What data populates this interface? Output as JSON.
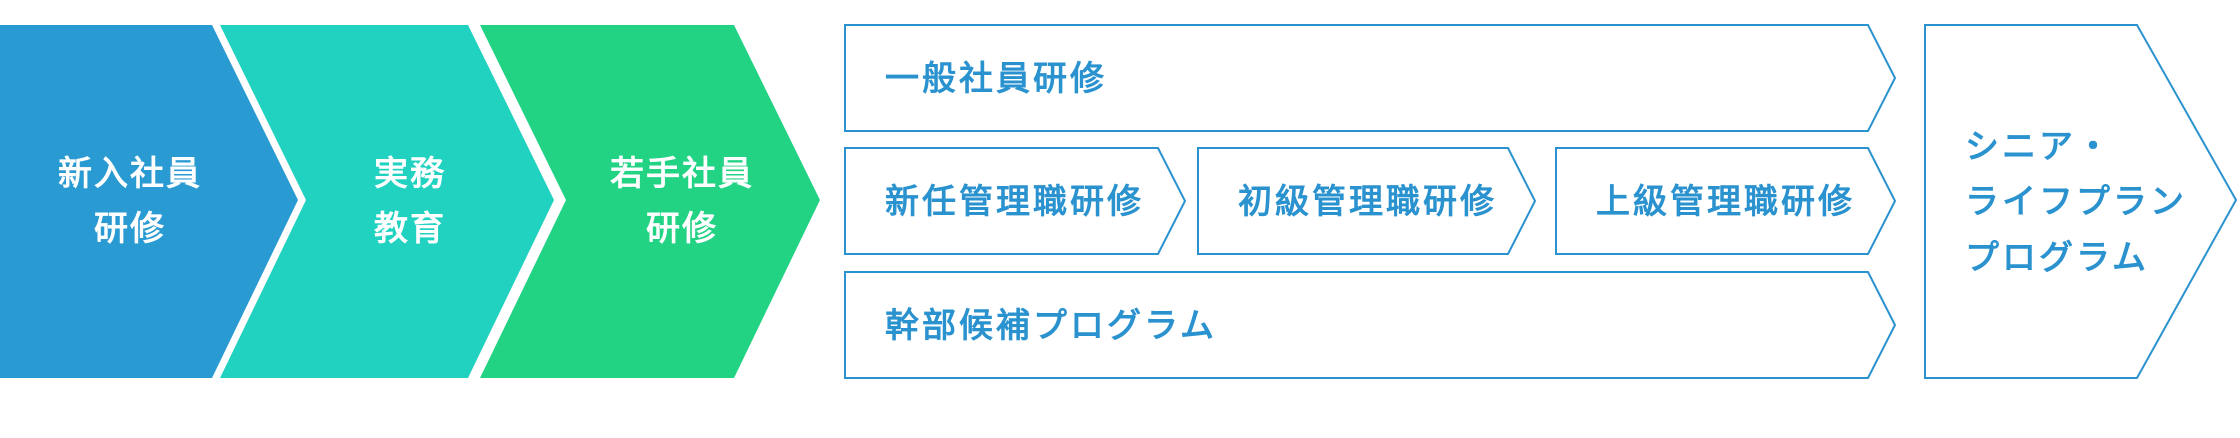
{
  "colors": {
    "stage1": "#2a9ad3",
    "stage2": "#22d2c0",
    "stage3": "#22d384",
    "outline": "#2a92cf",
    "outline_text": "#2a92cf"
  },
  "stages": [
    {
      "line1": "新入社員",
      "line2": "研修"
    },
    {
      "line1": "実務",
      "line2": "教育"
    },
    {
      "line1": "若手社員",
      "line2": "研修"
    }
  ],
  "programs": {
    "general": "一般社員研修",
    "new_manager": "新任管理職研修",
    "junior_manager": "初級管理職研修",
    "senior_manager": "上級管理職研修",
    "executive": "幹部候補プログラム"
  },
  "senior": {
    "line1": "シニア・",
    "line2": "ライフプラン",
    "line3": "プログラム"
  }
}
